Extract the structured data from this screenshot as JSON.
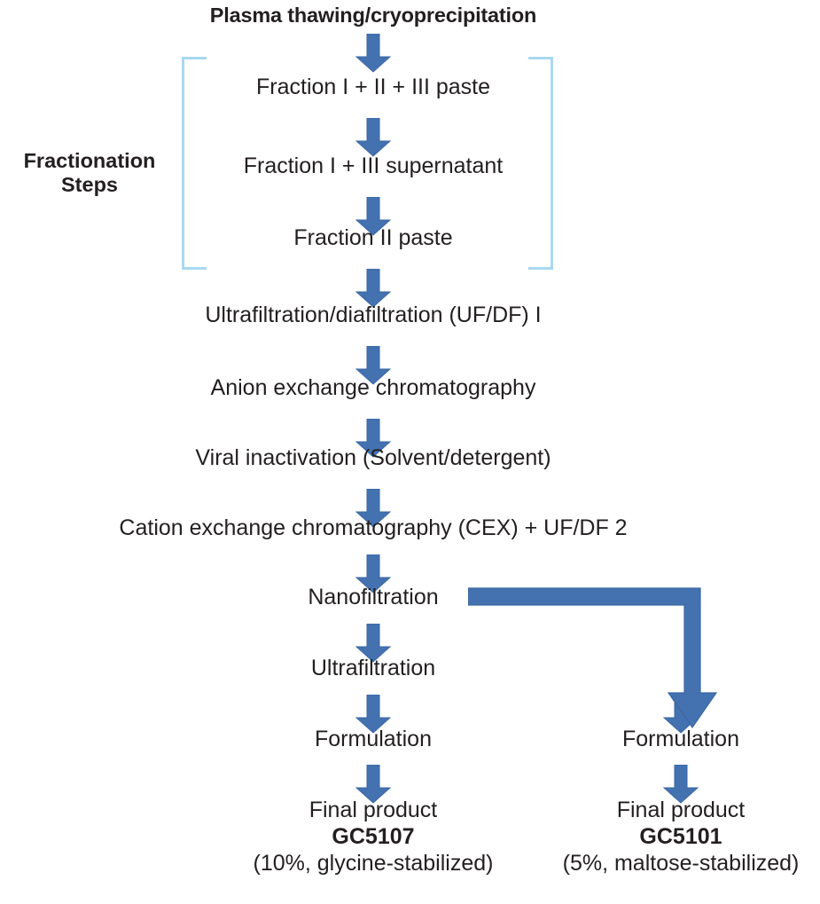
{
  "diagram": {
    "title": "Plasma thawing/cryoprecipitation",
    "side_label": "Fractionation Steps",
    "side_label_lines": [
      "Fractionation",
      "Steps"
    ],
    "colors": {
      "arrow_blue": "#4472b0",
      "arrow_blue_edge": "#2f5a96",
      "bracket_blue": "#a9d8f2",
      "text": "#231f20",
      "background": "#ffffff"
    },
    "steps": {
      "fraction_1": "Fraction I + II + III paste",
      "fraction_2": "Fraction I + III supernatant",
      "fraction_3": "Fraction II paste",
      "ufdf1": "Ultrafiltration/diafiltration (UF/DF) I",
      "aex": "Anion exchange chromatography",
      "viral": "Viral inactivation (Solvent/detergent)",
      "cex": "Cation exchange chromatography (CEX) + UF/DF 2",
      "nanofiltration": "Nanofiltration",
      "ultrafiltration": "Ultrafiltration",
      "formulation_left": "Formulation",
      "formulation_right": "Formulation"
    },
    "products": {
      "left": {
        "label": "Final product",
        "name": "GC5107",
        "detail": "(10%, glycine-stabilized)"
      },
      "right": {
        "label": "Final product",
        "name": "GC5101",
        "detail": "(5%, maltose-stabilized)"
      }
    },
    "icons": {
      "down_arrow": "down-arrow-icon",
      "elbow_arrow": "elbow-branch-arrow-icon",
      "bracket": "grouping-bracket-icon"
    }
  }
}
